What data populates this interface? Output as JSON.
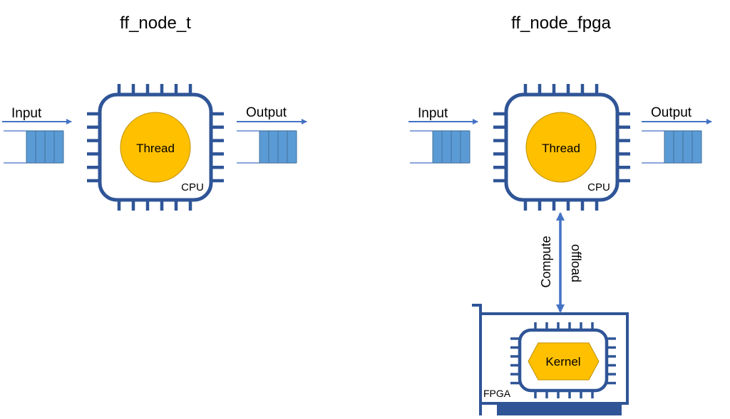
{
  "left": {
    "title": "ff_node_t",
    "input_label": "Input",
    "output_label": "Output",
    "thread_label": "Thread",
    "cpu_label": "CPU"
  },
  "right": {
    "title": "ff_node_fpga",
    "input_label": "Input",
    "output_label": "Output",
    "thread_label": "Thread",
    "cpu_label": "CPU",
    "offload_label_1": "Compute",
    "offload_label_2": "offload",
    "kernel_label": "Kernel",
    "fpga_label": "FPGA"
  },
  "colors": {
    "chip_stroke": "#2F5597",
    "arrow": "#4472C4",
    "queue_fill": "#5B9BD5",
    "thread_fill": "#FFC000",
    "thread_stroke": "#BF9000"
  }
}
